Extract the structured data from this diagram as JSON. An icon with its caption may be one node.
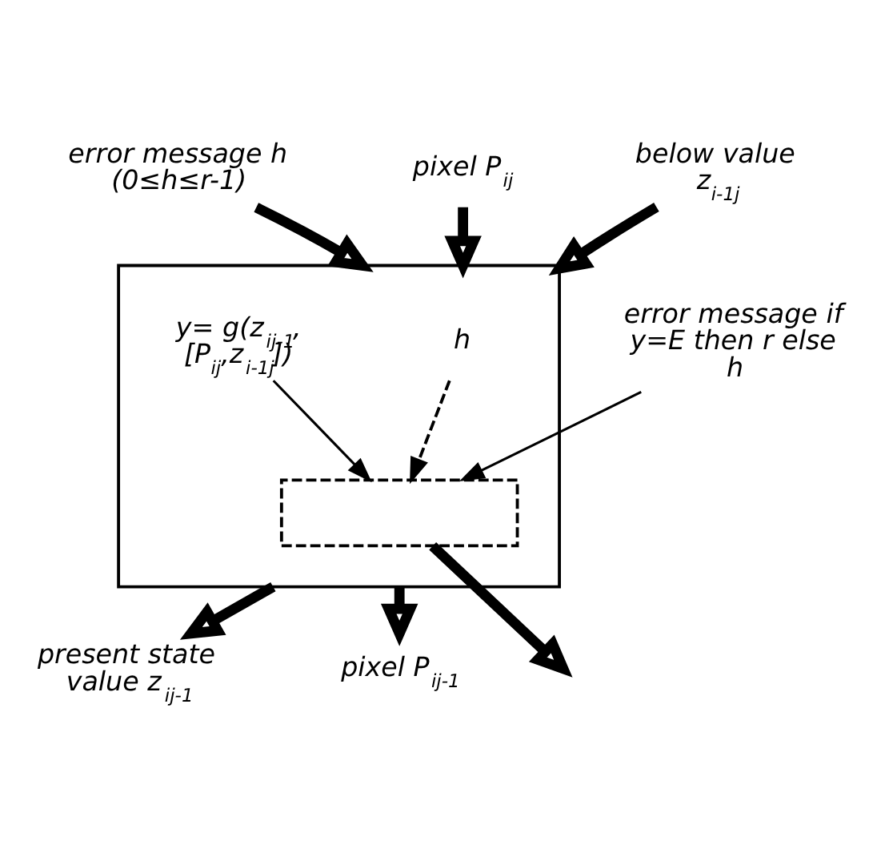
{
  "diagram": {
    "nodes": [
      {
        "text": [
          "error message h (0≤h≤r-1)"
        ]
      },
      {
        "text": [
          "pixel P$_{ij}$"
        ]
      },
      {
        "text": [],
        "shape": "box"
      },
      {
        "text": [
          "h"
        ],
        "in": 2
      },
      {
        "text": [
          "y= g(z$_{ij-1}$, [P$_{ij}$,z$_{i-1j}$])"
        ],
        "in": 2
      },
      {
        "text": [],
        "shape": "box",
        "in": 2
      },
      {
        "text": [
          "present state value z$_{ij-1}$"
        ]
      },
      {
        "text": [
          "below value z$_{i-1j}$"
        ]
      },
      {
        "text": [
          "pixel P$_{ij-1}$"
        ]
      },
      {
        "text": [
          "error message if y=E then r else h"
        ]
      }
    ],
    "edges": [
      {
        "from": 0,
        "to": 2,
        "arrow": "to"
      },
      {
        "from": 1,
        "to": 2,
        "arrow": "to"
      },
      {
        "from": 2,
        "to": 6,
        "arrow": "to"
      },
      {
        "from": 7,
        "to": 2,
        "arrow": "to"
      },
      {
        "from": 3,
        "to": 5,
        "arrow": "to",
        "style": "dashed"
      },
      {
        "from": 4,
        "to": 5,
        "arrow": "to"
      },
      {
        "from": 5,
        "to": null,
        "arrow": "to"
      },
      {
        "from": 2,
        "to": 8,
        "arrow": "to"
      },
      {
        "from": 9,
        "to": 5,
        "arrow": "to"
      }
    ]
  }
}
